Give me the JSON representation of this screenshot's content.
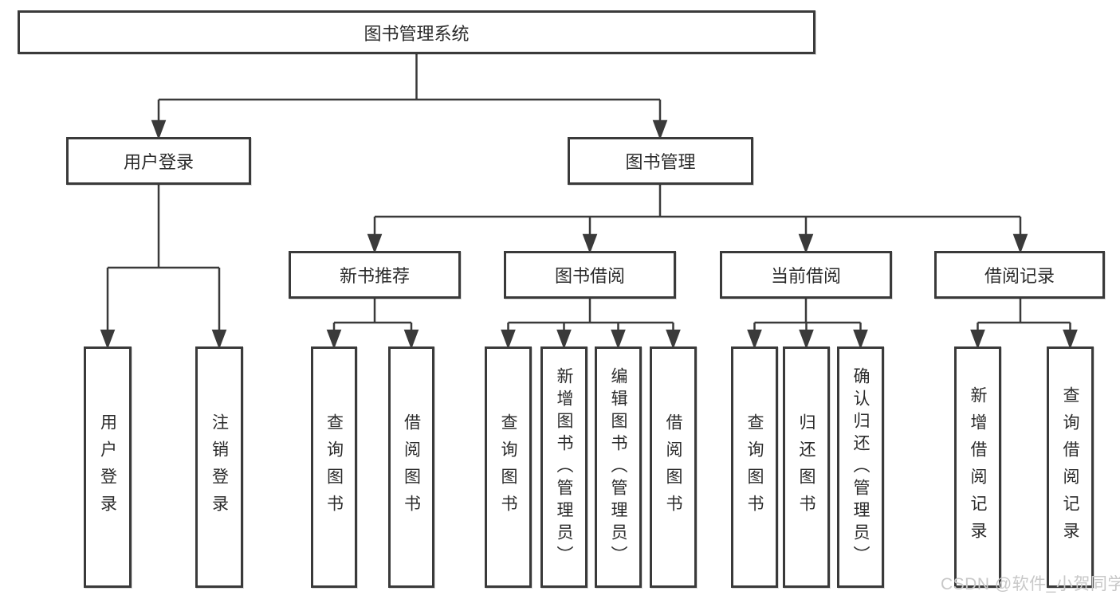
{
  "diagram": {
    "label": "图书管理系统",
    "children": [
      {
        "label": "用户登录",
        "children": [
          {
            "label": "用户登录"
          },
          {
            "label": "注销登录"
          }
        ]
      },
      {
        "label": "图书管理",
        "children": [
          {
            "label": "新书推荐",
            "children": [
              {
                "label": "查询图书"
              },
              {
                "label": "借阅图书"
              }
            ]
          },
          {
            "label": "图书借阅",
            "children": [
              {
                "label": "查询图书"
              },
              {
                "label": "新增图书（管理员）"
              },
              {
                "label": "编辑图书（管理员）"
              },
              {
                "label": "借阅图书"
              }
            ]
          },
          {
            "label": "当前借阅",
            "children": [
              {
                "label": "查询图书"
              },
              {
                "label": "归还图书"
              },
              {
                "label": "确认归还（管理员）"
              }
            ]
          },
          {
            "label": "借阅记录",
            "children": [
              {
                "label": "新增借阅记录"
              },
              {
                "label": "查询借阅记录"
              }
            ]
          }
        ]
      }
    ]
  },
  "watermark": {
    "text": "CSDN @软件_小贺同学"
  },
  "colors": {
    "line": "#3a3a3a",
    "box_border": "#3a3a3a",
    "text": "#2b2b2b",
    "watermark": "#c8c8c8",
    "background": "#ffffff"
  }
}
